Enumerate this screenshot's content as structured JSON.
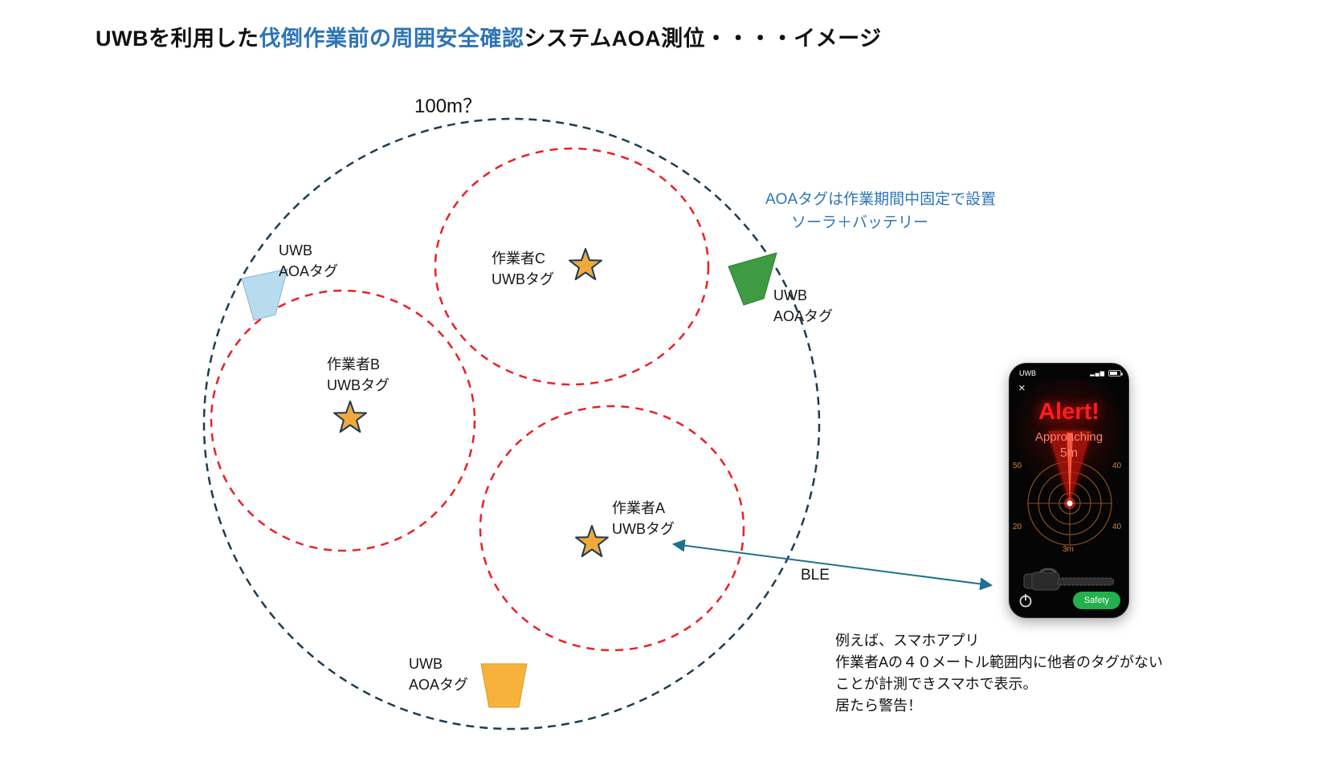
{
  "title": {
    "part1": "UWBを利用した",
    "part2": "伐倒作業前の周囲安全確認",
    "part3": "システムAOA測位・・・・イメージ"
  },
  "diagram": {
    "range_label": "100m？",
    "workers": [
      {
        "name": "作業者C",
        "tag": "UWBタグ"
      },
      {
        "name": "作業者B",
        "tag": "UWBタグ"
      },
      {
        "name": "作業者A",
        "tag": "UWBタグ"
      }
    ],
    "aoa_tags": [
      {
        "line1": "UWB",
        "line2": "AOAタグ"
      },
      {
        "line1": "UWB",
        "line2": "AOAタグ"
      },
      {
        "line1": "UWB",
        "line2": "AOAタグ"
      }
    ],
    "note": {
      "line1": "AOAタグは作業期間中固定で設置",
      "line2": "ソーラ＋バッテリー"
    },
    "ble_label": "BLE"
  },
  "phone": {
    "carrier": "UWB",
    "close": "×",
    "alert_title": "Alert!",
    "alert_sub": "Approaching",
    "alert_distance": "5m",
    "radar": {
      "top_left": "50",
      "top_right": "40",
      "bottom_left": "20",
      "bottom_right": "40",
      "bottom_center": "3m"
    },
    "safety_label": "Safety"
  },
  "caption": {
    "line1": "例えば、スマホアプリ",
    "line2": "作業者Aの４０メートル範囲内に他者のタグがない",
    "line3": "ことが計測できスマホで表示。",
    "line4": "居たら警告！"
  },
  "colors": {
    "title_accent": "#2e75b6",
    "outer_circle": "#1c3d4f",
    "danger_circle": "#ec1f26",
    "note_text": "#2e75b6",
    "ble_arrow": "#1e7290",
    "aoa_tag_left": "#b8dcee",
    "aoa_tag_right": "#3e9b41",
    "aoa_tag_bottom": "#f6b23a",
    "star_fill": "#f2a93b",
    "alert_red": "#ff1c1c",
    "safety_green": "#22b14c"
  }
}
